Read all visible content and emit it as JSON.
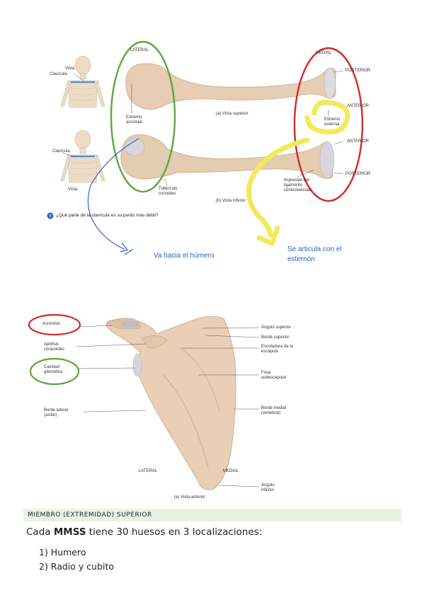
{
  "clavicle_figure": {
    "labels": {
      "lateral": "LATERAL",
      "medial": "MEDIAL",
      "posterior_top": "POSTERIOR",
      "anterior_top": "ANTERIOR",
      "anterior_bottom": "ANTERIOR",
      "posterior_bottom": "POSTERIOR",
      "vista_top": "Vista",
      "clavicula_top": "Clavícula",
      "clavicula_bottom": "Clavícula",
      "vista_bottom": "Vista",
      "extremo_acromial": "Extremo acromial",
      "extremo_esternal": "Extremo esternal",
      "vista_superior": "(a) Vista superior",
      "vista_inferior": "(b) Vista inferior",
      "tuberculo_conoideo": "Tubérculo conoideo",
      "impresion_ligamento": "Impresión del ligamento costoclavicular",
      "question": "¿Qué parte de la clavícula es su punto más débil?"
    },
    "annotations": {
      "blue_note": "Va hacia el húmero",
      "yellow_note": "Se articula con el esternón"
    },
    "colors": {
      "green_circle": "#5aa83c",
      "red_circle": "#d42a2a",
      "blue_ink": "#2a62c9",
      "yellow_ink": "#f2ea5a"
    }
  },
  "scapula_figure": {
    "labels": {
      "acromion": "Acromion",
      "apofisis_coracoides": "Apófisis coracoides",
      "cavidad_glenoidea": "Cavidad glenoidea",
      "borde_lateral": "Borde lateral (axilar)",
      "angulo_superior": "Ángulo superior",
      "borde_superior": "Borde superior",
      "escotadura": "Escotadura de la escápula",
      "fosa_subescapular": "Fosa subescapular",
      "borde_medial": "Borde medial (vertebral)",
      "angulo_inferior": "Ángulo inferior",
      "lateral": "LATERAL",
      "medial": "MEDIAL",
      "vista_anterior": "(a) Vista anterior"
    }
  },
  "section": {
    "header": "MIEMBRO (EXTREMIDAD) SUPERIOR",
    "intro_before": "Cada ",
    "intro_bold": "MMSS",
    "intro_after": " tiene 30 huesos en 3 localizaciones:",
    "list": [
      "1) Humero",
      "2) Radio y cubito"
    ]
  }
}
